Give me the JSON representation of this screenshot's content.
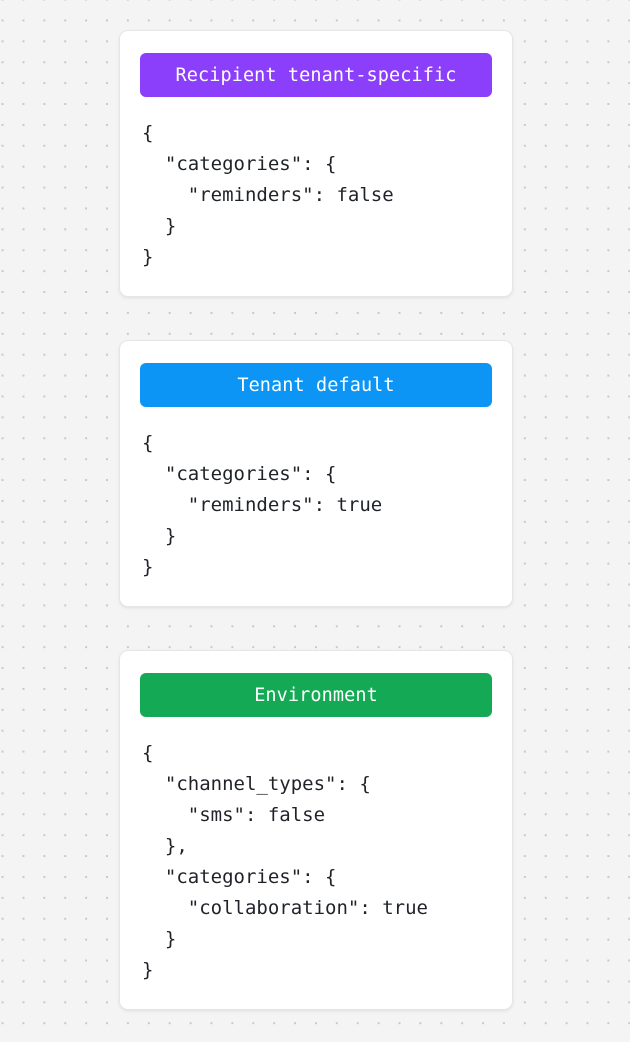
{
  "canvas": {
    "background_color": "#f4f4f5",
    "dot_color": "#c9c9cd"
  },
  "cards": [
    {
      "title": "Recipient tenant-specific",
      "header_color": "#8b3ffa",
      "body": "{\n  \"categories\": {\n    \"reminders\": false\n  }\n}"
    },
    {
      "title": "Tenant default",
      "header_color": "#0d95f5",
      "body": "{\n  \"categories\": {\n    \"reminders\": true\n  }\n}"
    },
    {
      "title": "Environment",
      "header_color": "#14aa55",
      "body": "{\n  \"channel_types\": {\n    \"sms\": false\n  },\n  \"categories\": {\n    \"collaboration\": true\n  }\n}"
    }
  ]
}
